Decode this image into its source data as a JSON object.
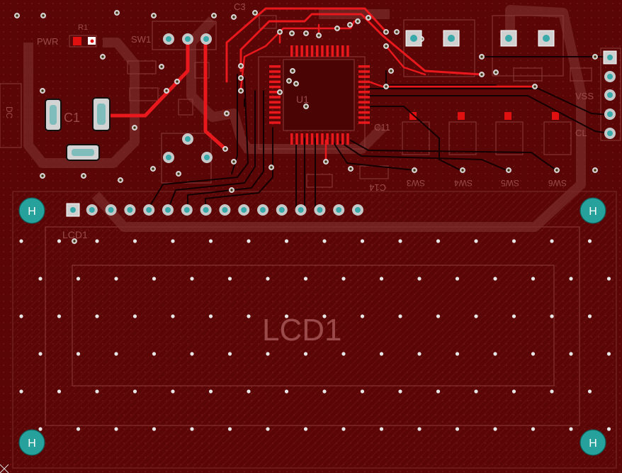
{
  "board": {
    "background": "#5a0606",
    "colors": {
      "copper_top": "#e8181c",
      "silkscreen": "#8a3a3a",
      "pad": "#d0d0d0",
      "drill": "#3aa9a9",
      "mount_hole": "#27a19b"
    }
  },
  "designators": {
    "lcd_big": "LCD1",
    "lcd_small": "LCD1",
    "pwr": "PWR",
    "r1": "R1",
    "c3": "C3",
    "c1": "C1",
    "c11": "C11",
    "c14": "C14",
    "u1": "U1",
    "sw1": "SW1",
    "vss": "VSS",
    "dc": "DC",
    "sw3": "SW3",
    "sw4": "SW4",
    "sw5": "SW5",
    "sw6": "SW6",
    "cl": "CL",
    "mount_hole_label": "H"
  },
  "icons": {
    "mount_hole": "mounting-hole-icon",
    "origin": "origin-marker-icon"
  }
}
